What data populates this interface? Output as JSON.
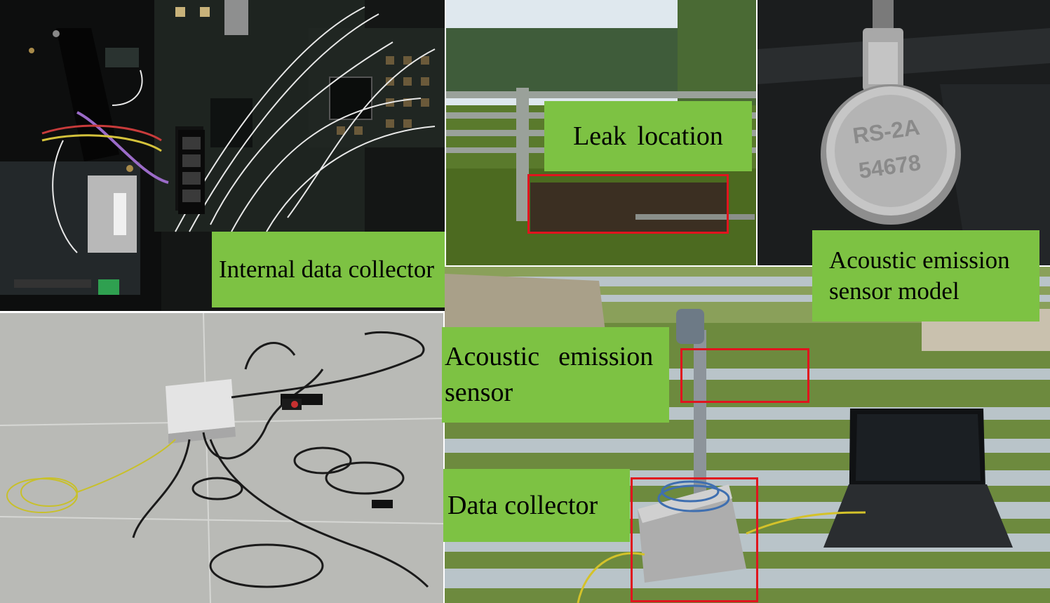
{
  "labels": {
    "internal_data_collector": "Internal data collector",
    "leak_location": "Leak location",
    "ae_sensor_model_line1": "Acoustic emission",
    "ae_sensor_model_line2": "sensor model",
    "ae_sensor_line1": "Acoustic  emission",
    "ae_sensor_line2": "sensor",
    "data_collector": "Data collector"
  },
  "sensor_engraving": {
    "model": "RS-2A",
    "serial": "54678"
  },
  "colors": {
    "label_background": "#7dc243",
    "highlight_box": "#e0141e",
    "circuit_board": "#1e2420",
    "floor": "#b9bab6",
    "grass": "#5a7a2c",
    "sky": "#dfe8ee"
  }
}
